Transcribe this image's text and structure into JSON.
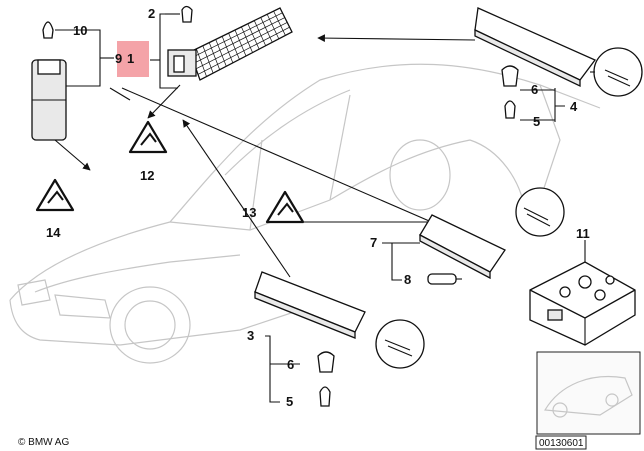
{
  "diagram": {
    "callouts": [
      "1",
      "2",
      "3",
      "4",
      "5",
      "5",
      "6",
      "6",
      "7",
      "8",
      "9",
      "10",
      "11",
      "12",
      "13",
      "14"
    ],
    "highlight_color": "#f4a3a8",
    "footer_brand": "© BMW AG",
    "footer_code": "00130601"
  }
}
